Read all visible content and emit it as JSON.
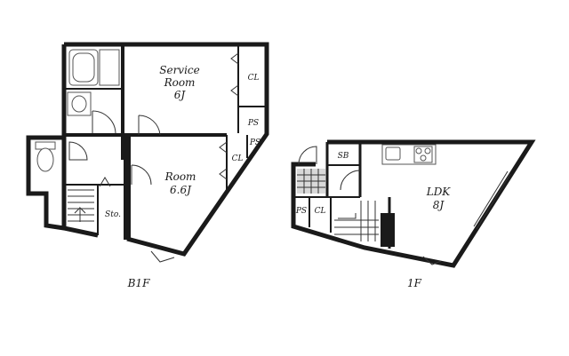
{
  "floor_b1": {
    "label": "B1F",
    "service_room": {
      "name_line1": "Service",
      "name_line2": "Room",
      "size": "6J"
    },
    "room": {
      "name": "Room",
      "size": "6.6J"
    },
    "closet_upper": "CL",
    "closet_lower": "CL",
    "ps_upper": "PS",
    "ps_lower": "PS",
    "storage": "Sto."
  },
  "floor_1": {
    "label": "1F",
    "ldk": {
      "name": "LDK",
      "size": "8J"
    },
    "shoe_box": "SB",
    "ps": "PS",
    "closet": "CL"
  }
}
